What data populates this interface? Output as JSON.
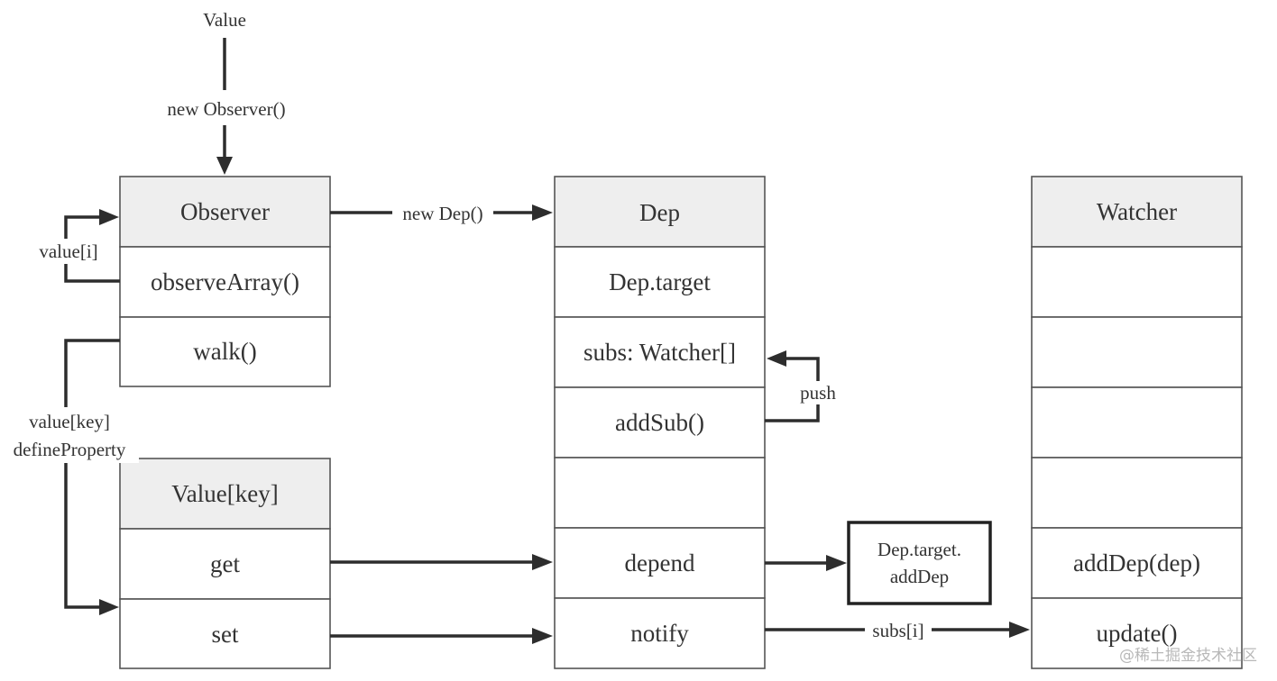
{
  "top_value": "Value",
  "observer": {
    "title": "Observer",
    "rows": [
      "observeArray()",
      "walk()"
    ]
  },
  "value_key": {
    "title": "Value[key]",
    "rows": [
      "get",
      "set"
    ]
  },
  "dep": {
    "title": "Dep",
    "rows": [
      "Dep.target",
      "subs: Watcher[]",
      "addSub()",
      "",
      "depend",
      "notify"
    ]
  },
  "watcher": {
    "title": "Watcher",
    "rows": [
      "",
      "",
      "",
      "",
      "addDep(dep)",
      "update()"
    ]
  },
  "edge_labels": {
    "new_observer": "new Observer()",
    "new_dep": "new Dep()",
    "value_i": "value[i]",
    "value_key": "value[key]",
    "define_property": "defineProperty",
    "push": "push",
    "subs_i": "subs[i]"
  },
  "note": {
    "line1": "Dep.target.",
    "line2": "addDep"
  },
  "watermark": "@稀土掘金技术社区"
}
